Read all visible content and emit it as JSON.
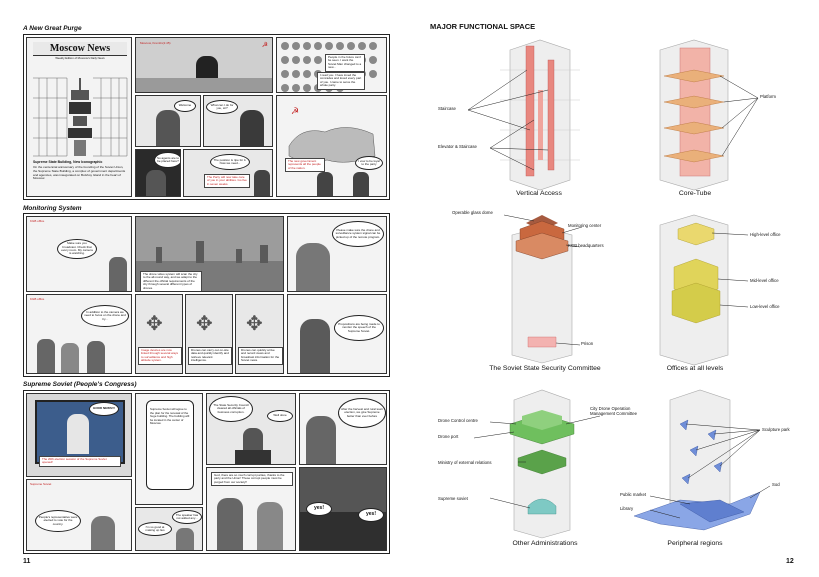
{
  "left_page": {
    "page_number": "11",
    "sections": [
      {
        "title": "A New Great Purge"
      },
      {
        "title": "Monitoring System"
      },
      {
        "title": "Supreme Soviet (People's Congress)"
      }
    ],
    "newspaper": {
      "masthead": "Moscow News",
      "subline": "Weekly Edition of Moscow's Daily News",
      "headline": "Supreme State Building, New Iconographic",
      "body": "On the centennial anniversary of the founding of the Soviet Union, the Supreme State Building, a complex of government departments and agencies, was inaugurated on Bolshoy Island in the heart of Moscow."
    },
    "purge_texts": {
      "kremlin_tag": "Moscow, Kremlin(1:45)",
      "welcome": "Welcome",
      "what_can_i_do": "What can I do for you, sir?",
      "agents_dialog": "So agents are to be placed here?",
      "position_dialog": "The position is ripe for it. Now we need...",
      "party_dialog": "The Party will now take care of you in your abilities. Go live in seven weeks.",
      "people_dialog": "People in the future can't be seen. I want the Soviet Man changed to a new...",
      "read_dialog": "I read you. I have loved the comrades and loved every part of you. I came to serve the whole party.",
      "govt_plan": "The new government represents all the people of the nation.",
      "forever": "I vow to be loyal to the party"
    },
    "monitor_texts": {
      "kgb_office": "KGB office",
      "kgb_office2": "KGB office",
      "watch_dialog": "Make sure you broadcast. Check that every room. My camera is watching.",
      "drone_caption": "The drone video system will scan the city to the all-round way, and we adapt to the different the official requirements of the city through several different types of drones.",
      "balance_dialog": "In addition to the camera we need to focus on the drone and try...",
      "please_dialog": "Please make sure the drone and surveillance system signal can be picked up of the remote program.",
      "signal_caption": "Image devices are now linked through several ways to surveillance and high altitude system.",
      "drone_caption2": "Drones can carry out on-site data and quickly identify and retrieve relevant intelligence.",
      "drone_caption3": "Drones can quickly arrive and record views and broadcast information for the Soviet news.",
      "prop_dialog": "Propositions are being made to monitor the speech of the Supreme Soviet."
    },
    "soviet_texts": {
      "good_news": "GOOD NEWS!!!",
      "tv_caption": "The 20th election session of the Supreme Soviet opened!",
      "supreme_soviet": "Supreme Soviet",
      "phone_text": "Supreme Soviet will agree to the plan for the renewal of the huge building. The building will be located in the center of Moscow.",
      "security_dialog": "The State Security Council cleared all officials of business corruption.",
      "well_done": "Well done",
      "hear_dialog": "After the harvest and rural town election, we give Supreme better than ever before",
      "speaker_dialog": "The speaker has not added any...",
      "agree_dialog": "I'm so good at making up lies",
      "purge_dialog": "God, there are so much corrupt parties, thanks to the party and the Union! These corrupt people must be purged from our society!!",
      "people_dialog": "People's representative were elected to vote for the country.",
      "yes1": "yes!",
      "yes2": "yes!"
    }
  },
  "right_page": {
    "page_number": "12",
    "title": "MAJOR FUNCTIONAL SPACE",
    "diagrams": [
      {
        "title": "Vertical Access",
        "labels": [
          "Staircase",
          "Elevator & Staircase"
        ]
      },
      {
        "title": "Core-Tube",
        "labels": [
          "Platform"
        ]
      },
      {
        "title": "The Soviet State Security Committee",
        "labels": [
          "Operable glass dome",
          "Monitoring center",
          "KGB headquarters",
          "Prison"
        ]
      },
      {
        "title": "Offices at all levels",
        "labels": [
          "High-level office",
          "Mid-level office",
          "Low-level office"
        ]
      },
      {
        "title": "Other Administrations",
        "labels": [
          "Drone Control centre",
          "Drone port",
          "City Drone Operation Management Committee",
          "Ministry of external relations",
          "Supreme soviet"
        ]
      },
      {
        "title": "Peripheral regions",
        "labels": [
          "Sculpture park",
          "Public market",
          "Sod",
          "Library"
        ]
      }
    ]
  },
  "colors": {
    "access_red": "#e8877f",
    "kgb_brown": "#c9683f",
    "office_yellow": "#e0d45a",
    "admin_green": "#6fbf5e",
    "soviet_teal": "#7ec9c4",
    "periphery_blue": "#6f8ed8",
    "tag_red": "#c21d1d"
  }
}
